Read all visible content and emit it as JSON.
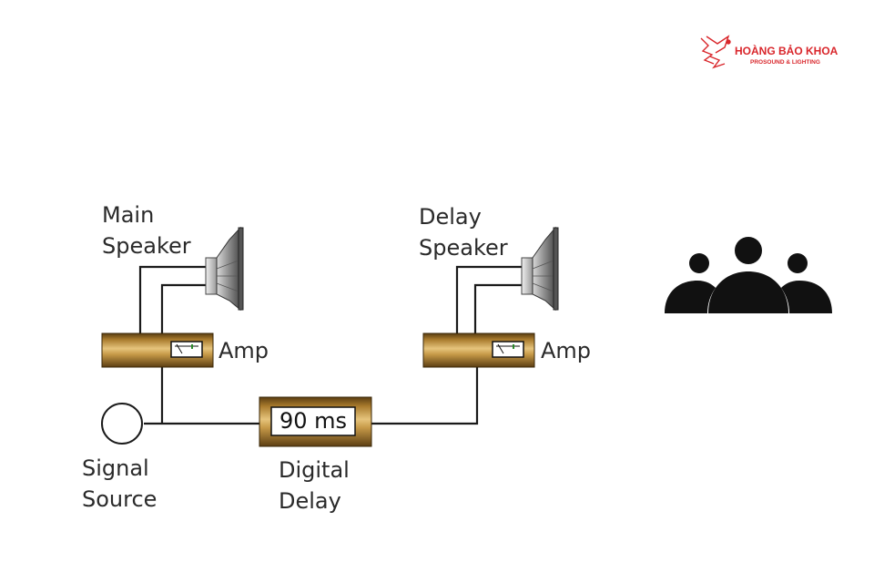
{
  "logo": {
    "name": "HOÀNG BẢO KHOA",
    "tagline": "PROSOUND & LIGHTING",
    "color": "#d9262b"
  },
  "diagram": {
    "main_speaker": {
      "line1": "Main",
      "line2": "Speaker"
    },
    "delay_speaker": {
      "line1": "Delay",
      "line2": "Speaker"
    },
    "amp_left": {
      "label": "Amp"
    },
    "amp_right": {
      "label": "Amp"
    },
    "signal_source": {
      "line1": "Signal",
      "line2": "Source"
    },
    "digital_delay": {
      "display": "90 ms",
      "line1": "Digital",
      "line2": "Delay"
    },
    "audience_icon": "audience-group-icon"
  },
  "colors": {
    "amp_gold": "#b8862e",
    "wire": "#1a1a1a",
    "speaker_gray": "#8a8a8a"
  }
}
